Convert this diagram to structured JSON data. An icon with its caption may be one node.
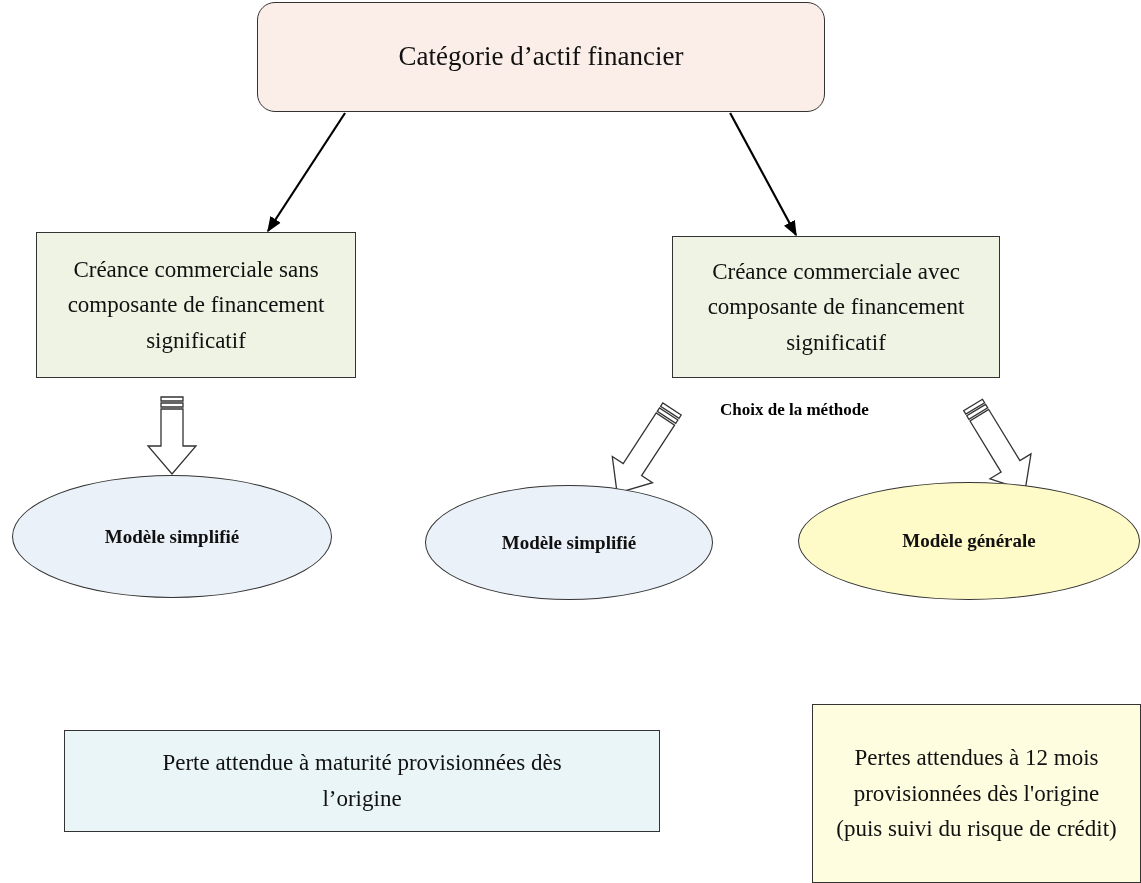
{
  "diagram": {
    "nodes": [
      {
        "text": [
          "Catégorie d’actif financier"
        ]
      },
      {
        "text": [
          "Créance commerciale sans composante de financement significatif"
        ]
      },
      {
        "text": [
          "Créance commerciale avec composante de financement significatif"
        ]
      },
      {
        "text": [
          "Modèle simplifié"
        ]
      },
      {
        "text": [
          "Modèle simplifié"
        ]
      },
      {
        "text": [
          "Modèle générale"
        ]
      },
      {
        "text": [
          "Perte attendue à maturité provisionnées dès l’origine"
        ]
      },
      {
        "text": [
          "Pertes attendues à 12 mois provisionnées dès l'origine (puis suivi du risque de crédit)"
        ]
      }
    ],
    "edges": [
      {
        "from": 0,
        "to": 1,
        "arrow": "to"
      },
      {
        "from": 0,
        "to": 2,
        "arrow": "to"
      },
      {
        "from": 1,
        "to": 3,
        "arrow": "to",
        "style": "thick"
      },
      {
        "from": 2,
        "to": 4,
        "arrow": "to",
        "style": "thick"
      },
      {
        "from": 2,
        "to": 5,
        "arrow": "to",
        "style": "thick"
      }
    ],
    "labels": [
      "Choix de la méthode"
    ]
  }
}
